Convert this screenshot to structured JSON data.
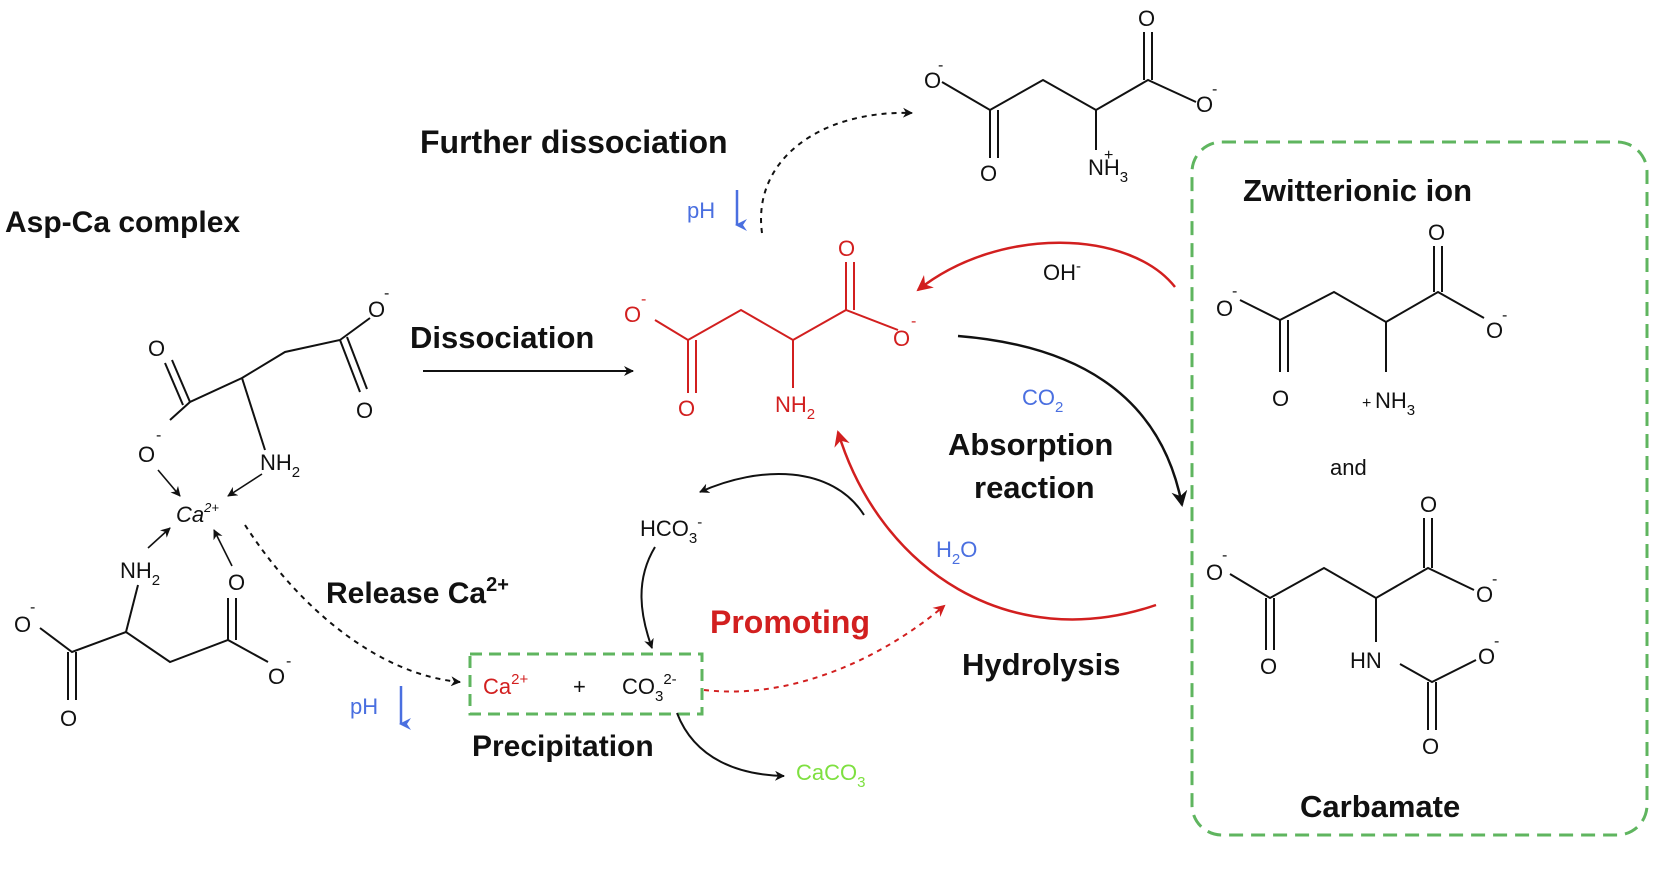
{
  "colors": {
    "black": "#111111",
    "red": "#d21f1f",
    "blue": "#4a6fe0",
    "green": "#7ee040",
    "dash_green": "#5fb55f"
  },
  "labels": {
    "asp_ca_complex": "Asp-Ca complex",
    "further_dissociation": "Further dissociation",
    "dissociation": "Dissociation",
    "release_ca": "Release Ca",
    "release_ca_sup": "2+",
    "precipitation": "Precipitation",
    "promoting": "Promoting",
    "hydrolysis": "Hydrolysis",
    "absorption_1": "Absorption",
    "absorption_2": "reaction",
    "zwitterionic_ion": "Zwitterionic ion",
    "and": "and",
    "carbamate": "Carbamate"
  },
  "species": {
    "ph": "pH",
    "co2": "CO",
    "co2_sub": "2",
    "h2o_h": "H",
    "h2o_sub": "2",
    "h2o_o": "O",
    "oh": "OH",
    "oh_sup": "-",
    "hco3": "HCO",
    "hco3_sub": "3",
    "hco3_sup": "-",
    "ca": "Ca",
    "ca_sup": "2+",
    "plus": "+",
    "co3": "CO",
    "co3_sub": "3",
    "co3_sup": "2-",
    "caco3": "CaCO",
    "caco3_sub": "3"
  },
  "atoms": {
    "O": "O",
    "minus": "-",
    "NH2": "NH",
    "NH2_sub": "2",
    "NH3": "NH",
    "NH3_sub": "3",
    "NH3_plus": "+",
    "HN": "HN",
    "Ca_complex": "Ca",
    "Ca_complex_sup": "2+"
  }
}
